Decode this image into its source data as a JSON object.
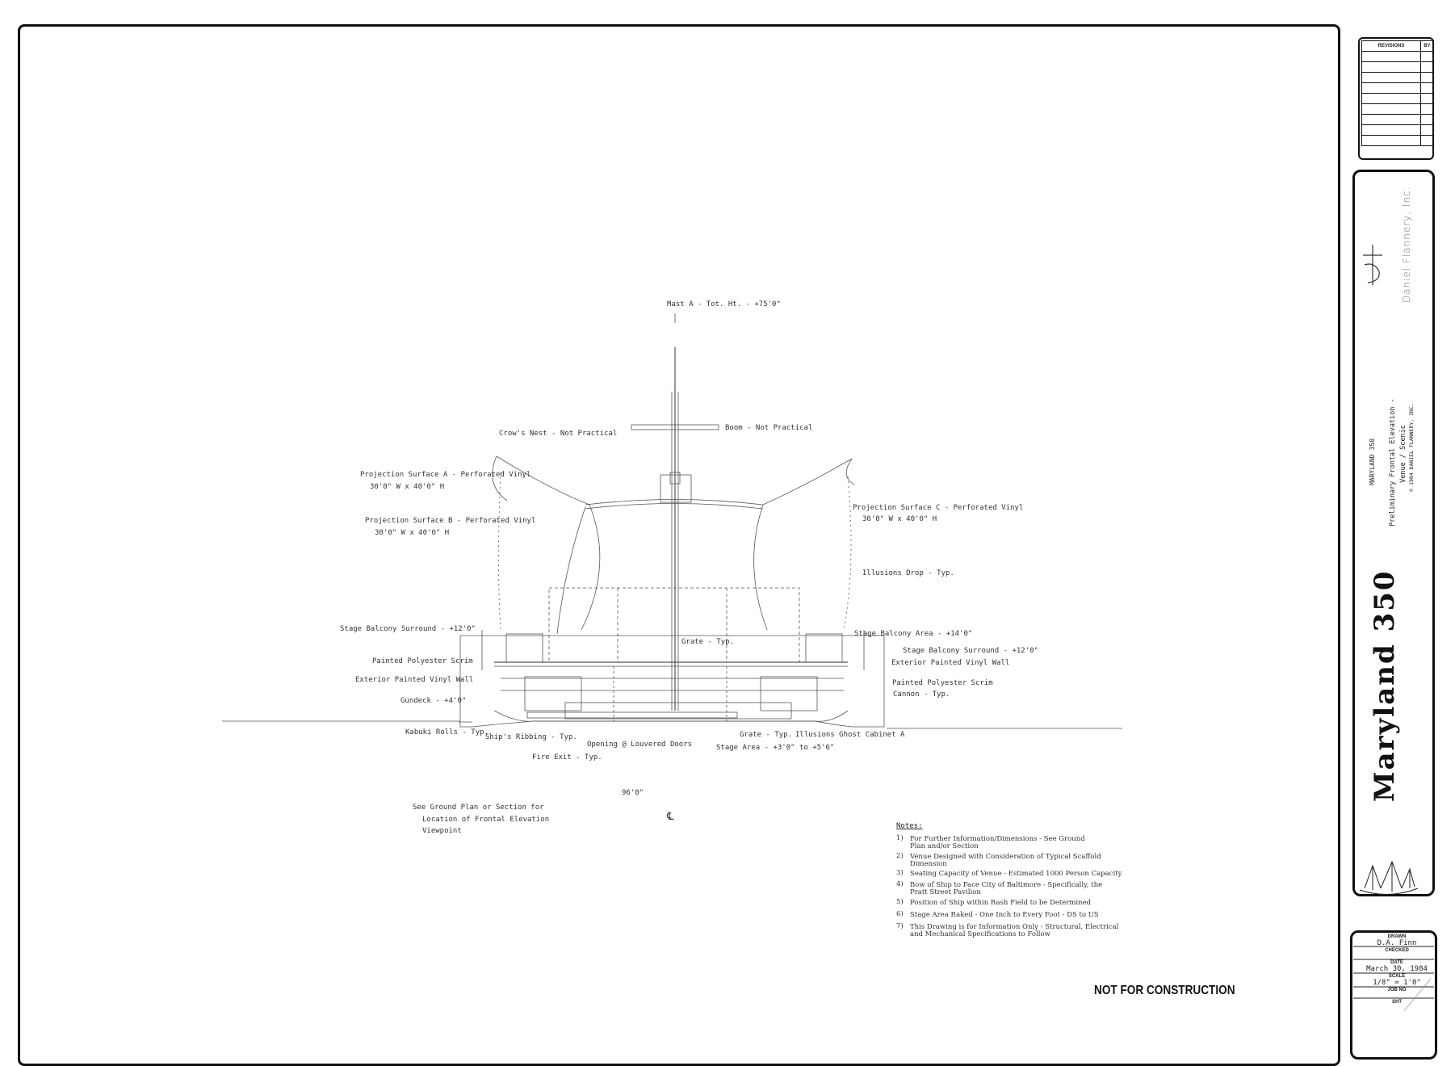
{
  "labels": {
    "mast": "Mast A - Tot. Ht. - +75'0\"",
    "crows_nest": "Crow's Nest - Not Practical",
    "boom": "Boom - Not Practical",
    "proj_a": "Projection Surface A - Perforated Vinyl",
    "proj_a_dim": "30'0\" W x 40'0\" H",
    "proj_b": "Projection Surface B - Perforated Vinyl",
    "proj_b_dim": "30'0\" W x 40'0\" H",
    "proj_c": "Projection Surface C - Perforated Vinyl",
    "proj_c_dim": "30'0\" W x 40'0\" H",
    "illusions_drop": "Illusions Drop - Typ.",
    "stage_balcony_surround_left": "Stage Balcony Surround - +12'0\"",
    "stage_balcony_area": "Stage Balcony Area - +14'0\"",
    "stage_balcony_surround_right": "Stage Balcony Surround - +12'0\"",
    "grate_upper": "Grate - Typ.",
    "painted_scrim_left": "Painted Polyester Scrim",
    "ext_vinyl_left": "Exterior Painted Vinyl Wall",
    "ext_vinyl_right": "Exterior Painted Vinyl Wall",
    "painted_scrim_right": "Painted Polyester Scrim",
    "cannon": "Cannon - Typ.",
    "gundeck": "Gundeck - +4'0\"",
    "kabuki": "Kabuki Rolls - Typ.",
    "ribbing": "Ship's Ribbing - Typ.",
    "louvered": "Opening @ Louvered Doors",
    "grate_lower": "Grate - Typ.",
    "ghost_cabinet": "Illusions Ghost Cabinet A",
    "stage_area": "Stage Area - +3'0\" to +5'6\"",
    "fire_exit": "Fire Exit - Typ.",
    "width_dim": "96'0\"",
    "centerline": "℄",
    "see_ground_1": "See Ground Plan or Section for",
    "see_ground_2": "Location of Frontal Elevation",
    "see_ground_3": "Viewpoint"
  },
  "notes": {
    "heading": "Notes:",
    "items": [
      {
        "num": "1)",
        "text": "For Further Information/Dimensions - See Ground\nPlan and/or Section"
      },
      {
        "num": "2)",
        "text": "Venue Designed with Consideration of Typical Scaffold\nDimension"
      },
      {
        "num": "3)",
        "text": "Seating Capacity of Venue - Estimated 1000 Person Capacity"
      },
      {
        "num": "4)",
        "text": "Bow of Ship to Face City of Baltimore - Specifically, the\nPratt Street Pavilion"
      },
      {
        "num": "5)",
        "text": "Position of Ship within Rash Field to be Determined"
      },
      {
        "num": "6)",
        "text": "Stage Area Raked - One Inch to Every Foot - DS to US"
      },
      {
        "num": "7)",
        "text": "This Drawing is for Information Only - Structural, Electrical\nand Mechanical Specifications to Follow"
      }
    ]
  },
  "stamp": "NOT FOR CONSTRUCTION",
  "title_block": {
    "revisions_header": "REVISIONS",
    "by_header": "BY",
    "company": "Daniel Flannery, Inc.",
    "project": "MARYLAND 350",
    "sheet_title_1": "Preliminary Frontal Elevation -",
    "sheet_title_2": "Venue / Scenic",
    "copyright": "© 1984 DANIEL FLANNERY, INC.",
    "big_title": "Maryland 350",
    "drawn_label": "DRAWN",
    "drawn_value": "D.A. Finn",
    "checked_label": "CHECKED",
    "date_label": "DATE",
    "date_value": "March 30, 1984",
    "scale_label": "SCALE",
    "scale_value": "1/8\" = 1'0\"",
    "job_label": "JOB NO",
    "sheet_label": "SHT"
  }
}
